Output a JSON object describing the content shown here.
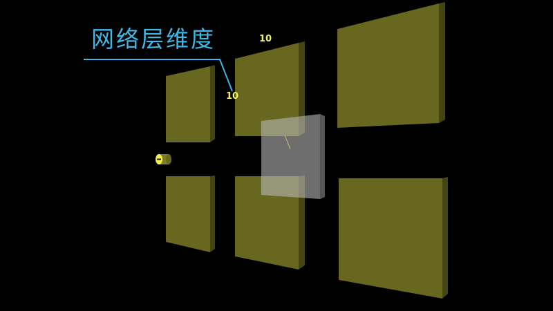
{
  "annotation": {
    "title": "网络层维度"
  },
  "dimensions": {
    "width_label": "10",
    "height_label": "10"
  },
  "colors": {
    "background": "#000000",
    "panel_face": "#676720",
    "panel_side": "#454514",
    "kernel_face": "#9a9a9a",
    "kernel_side": "#55555a",
    "annotation_line": "#3fb8e6",
    "label": "#f3f06a"
  }
}
